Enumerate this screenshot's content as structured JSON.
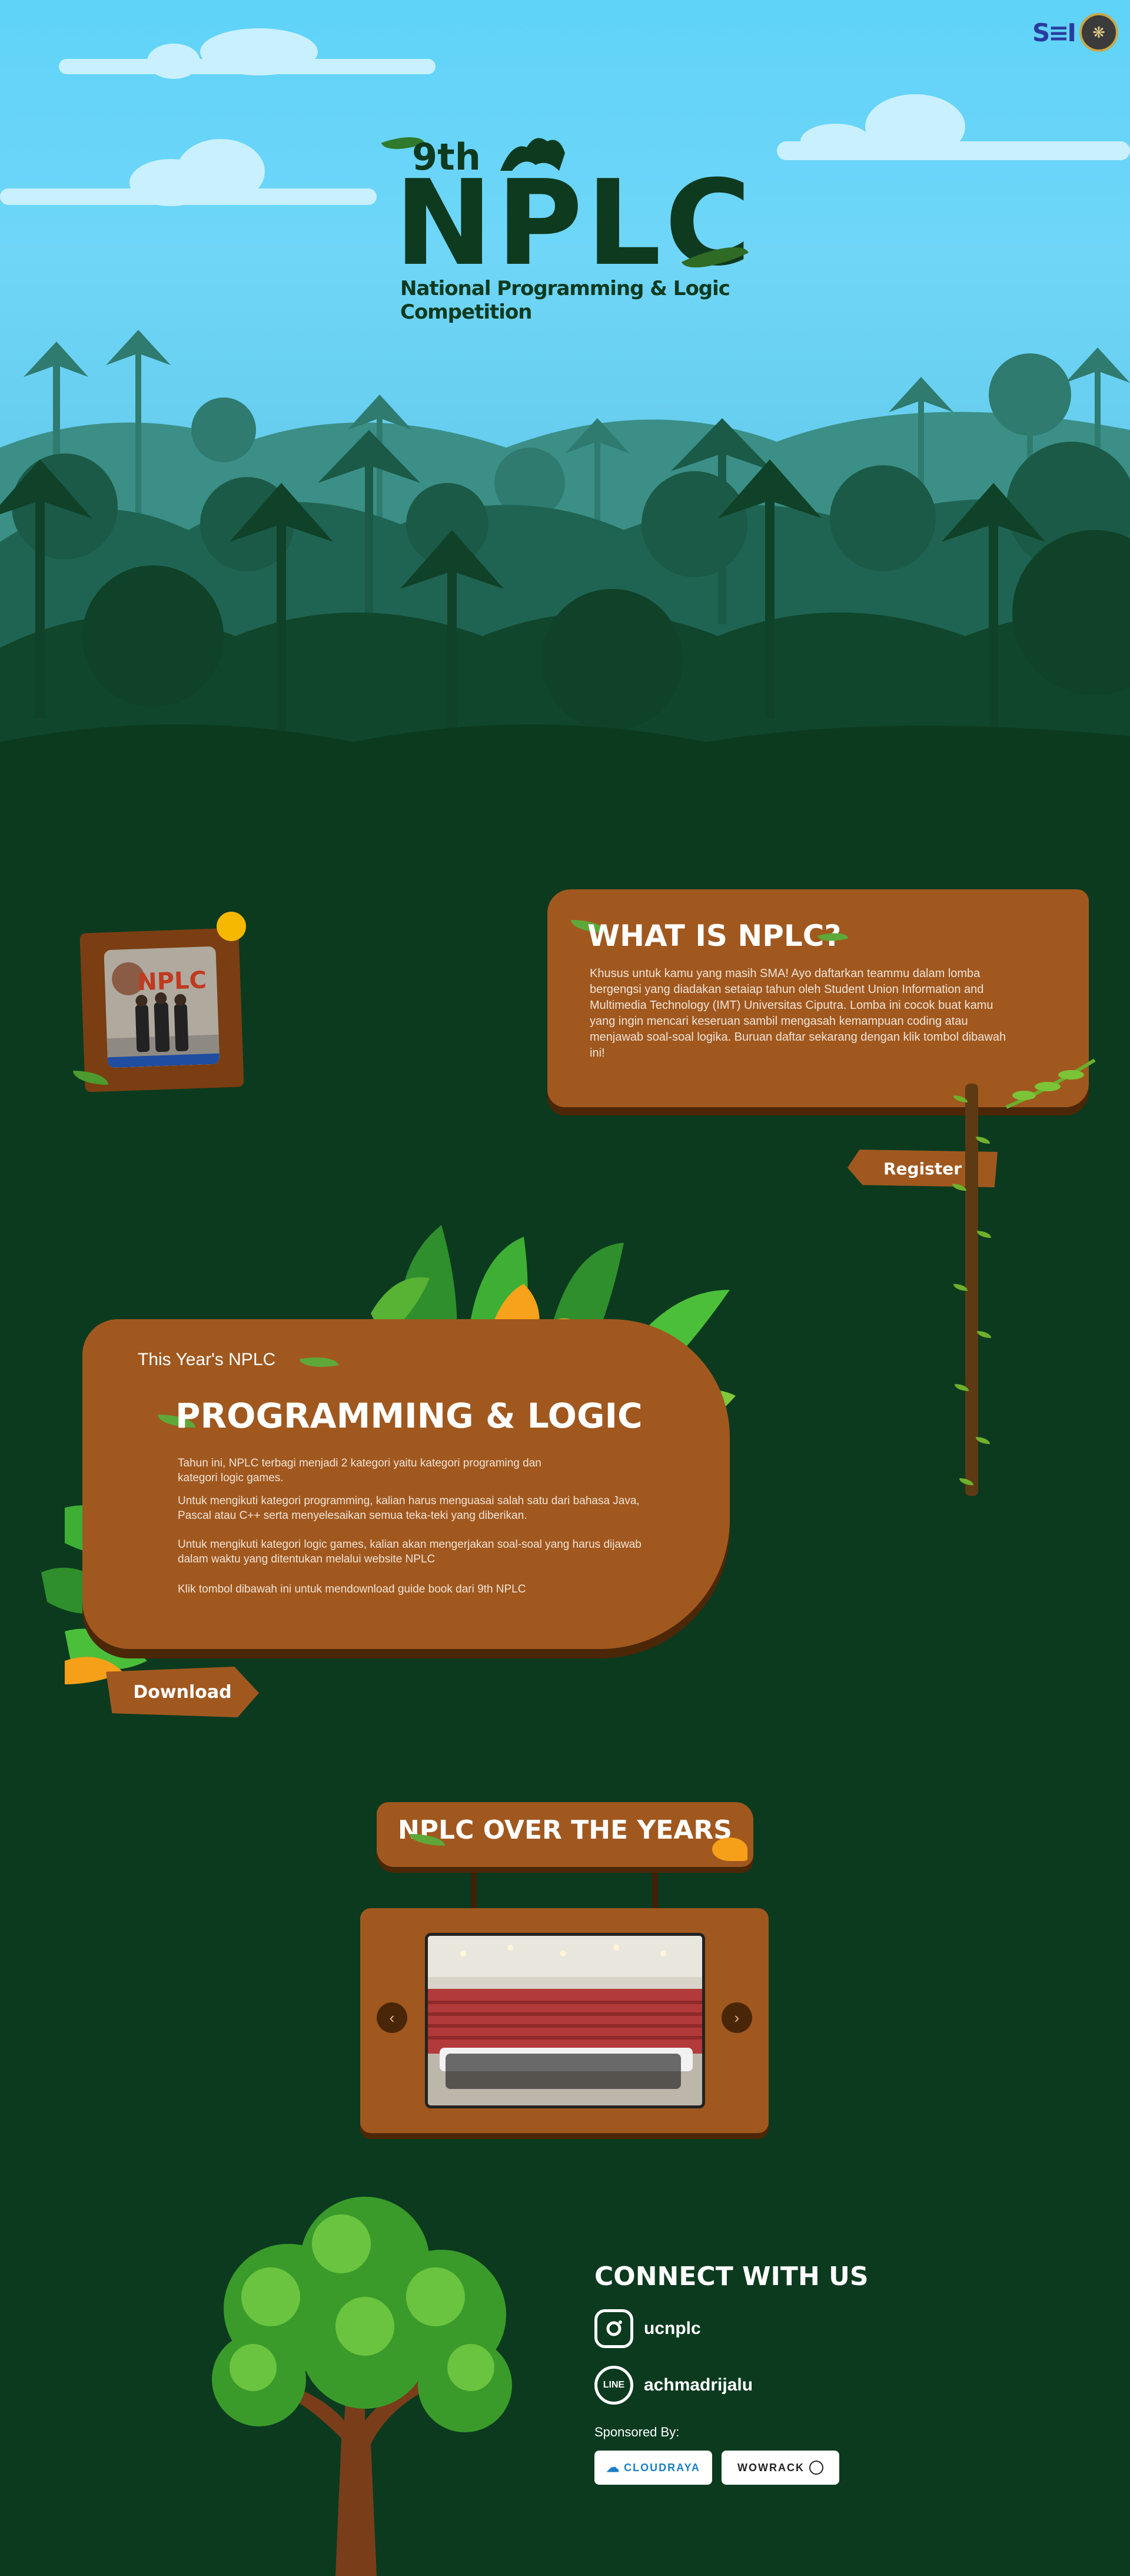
{
  "header": {
    "partner_logo_text": "S≡I",
    "title_prefix": "9th",
    "title_main": "NPLC",
    "title_subtitle": "National Programming & Logic Competition"
  },
  "about": {
    "title": "WHAT IS NPLC?",
    "body": "Khusus untuk kamu yang masih SMA! Ayo daftarkan teammu dalam lomba bergengsi yang diadakan setaiap tahun oleh Student Union Information and Multimedia Technology (IMT) Universitas Ciputra. Lomba ini cocok buat kamu yang ingin mencari keseruan sambil mengasah kemampuan coding atau menjawab soal-soal logika. Buruan daftar sekarang dengan klik tombol dibawah ini!",
    "register_label": "Register"
  },
  "program": {
    "kicker": "This Year's NPLC",
    "title": "PROGRAMMING & LOGIC",
    "paragraphs": [
      "Tahun ini, NPLC terbagi menjadi 2 kategori yaitu kategori programing dan kategori logic games.",
      "Untuk mengikuti kategori programming, kalian harus menguasai salah satu dari bahasa Java, Pascal atau C++ serta menyelesaikan semua teka-teki yang diberikan.",
      "Untuk mengikuti kategori logic games, kalian akan mengerjakan soal-soal yang harus dijawab dalam waktu yang ditentukan melalui website NPLC",
      "Klik tombol dibawah ini untuk mendownload guide book dari 9th NPLC"
    ],
    "download_label": "Download"
  },
  "years": {
    "title": "NPLC OVER THE YEARS",
    "prev_symbol": "‹",
    "next_symbol": "›"
  },
  "connect": {
    "title": "CONNECT WITH US",
    "instagram": "ucnplc",
    "line_icon_text": "LINE",
    "line": "achmadrijalu",
    "sponsored_by": "Sponsored By:",
    "sponsors": [
      "CLOUDRAYA",
      "WOWRACK"
    ]
  },
  "colors": {
    "forest_dark": "#0b3a1f",
    "wood": "#a0581f",
    "wood_shadow": "#4b2708",
    "sky": "#5fd3f8"
  }
}
